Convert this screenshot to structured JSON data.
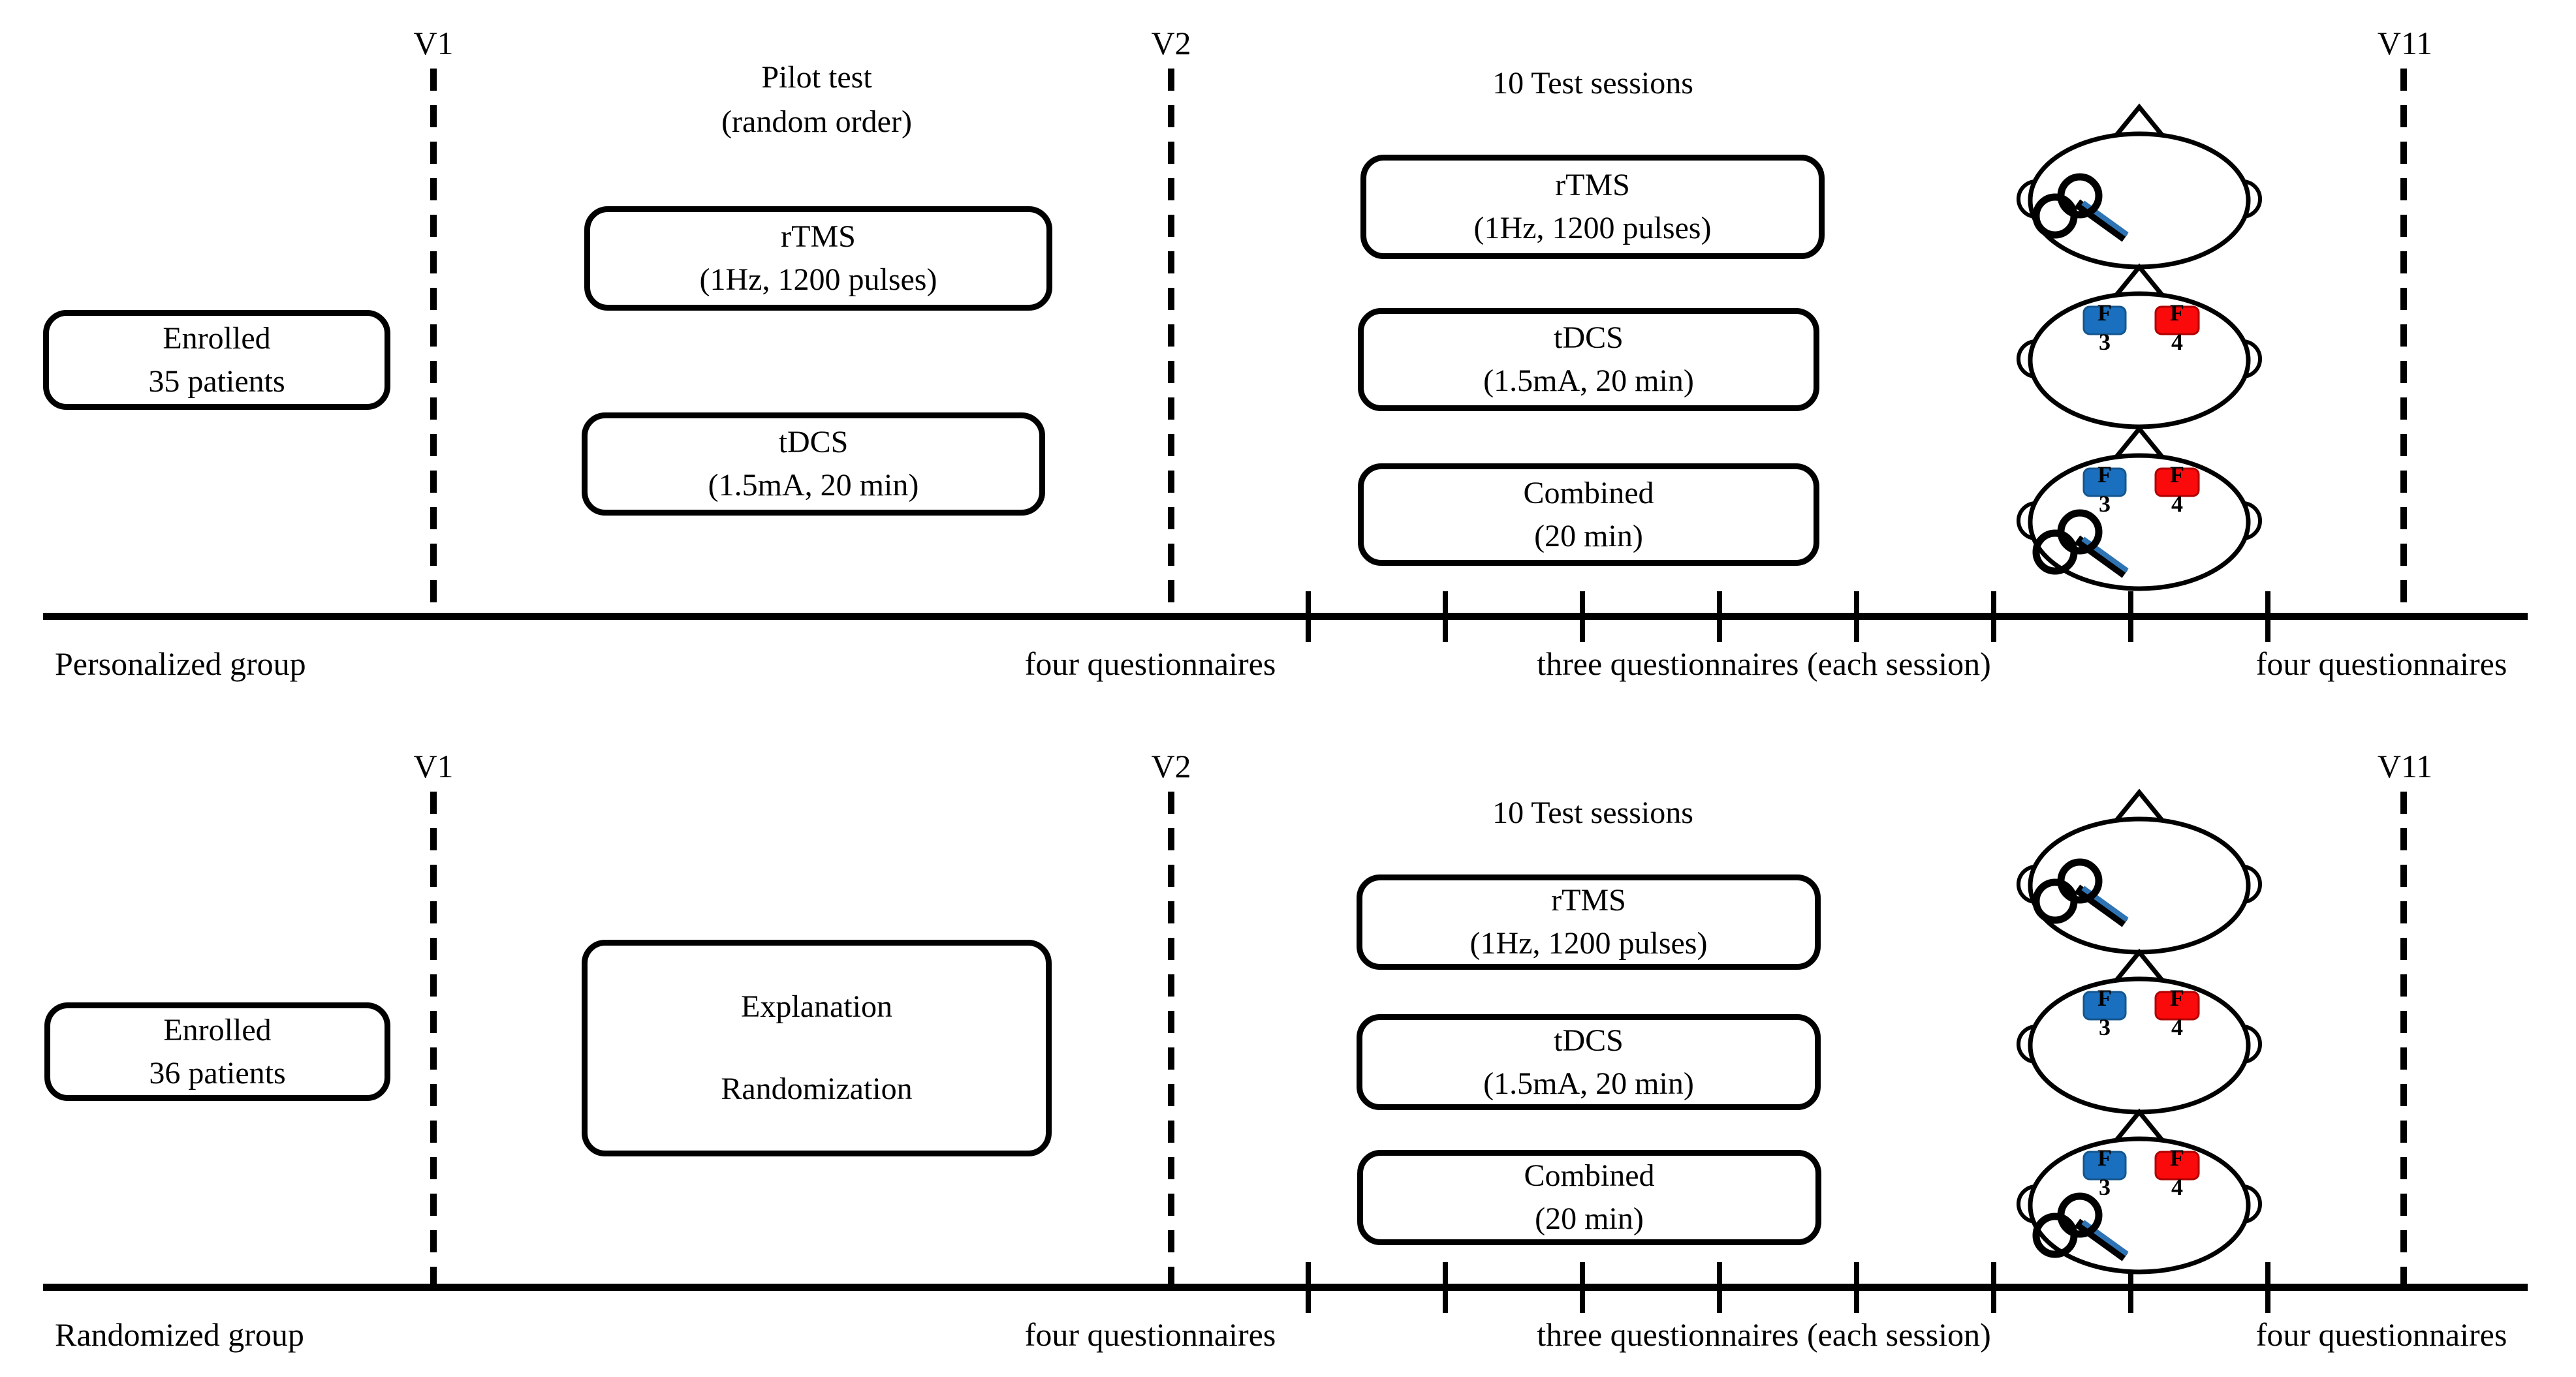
{
  "figure": {
    "panels": [
      {
        "group_label": "Personalized group",
        "visits": [
          "V1",
          "V2",
          "V11"
        ],
        "enrolled_box": [
          "Enrolled",
          "35 patients"
        ],
        "pilot_title": [
          "Pilot test",
          "(random order)"
        ],
        "pilot_boxes": [
          [
            "rTMS",
            "(1Hz, 1200 pulses)"
          ],
          [
            "tDCS",
            "(1.5mA, 20 min)"
          ]
        ],
        "sessions_title": "10 Test sessions",
        "session_boxes": [
          [
            "rTMS",
            "(1Hz, 1200 pulses)"
          ],
          [
            "tDCS",
            "(1.5mA, 20 min)"
          ],
          [
            "Combined",
            "(20 min)"
          ]
        ],
        "axis_labels": [
          "four questionnaires",
          "three questionnaires (each session)",
          "four questionnaires"
        ]
      },
      {
        "group_label": "Randomized group",
        "visits": [
          "V1",
          "V2",
          "V11"
        ],
        "enrolled_box": [
          "Enrolled",
          "36 patients"
        ],
        "explanation_box": [
          "Explanation",
          "Randomization"
        ],
        "sessions_title": "10 Test sessions",
        "session_boxes": [
          [
            "rTMS",
            "(1Hz, 1200 pulses)"
          ],
          [
            "tDCS",
            "(1.5mA, 20 min)"
          ],
          [
            "Combined",
            "(20 min)"
          ]
        ],
        "axis_labels": [
          "four questionnaires",
          "three questionnaires (each session)",
          "four questionnaires"
        ]
      }
    ],
    "electrode_labels": {
      "anode": [
        "F",
        "3"
      ],
      "cathode": [
        "F",
        "4"
      ]
    },
    "colors": {
      "ink": "#000000",
      "anode_blue": "#1b6fbf",
      "anode_border": "#14578f",
      "cathode_red": "#fb0a0c",
      "cathode_border": "#b00000",
      "coil_handle_blue": "#2e74b5"
    }
  }
}
